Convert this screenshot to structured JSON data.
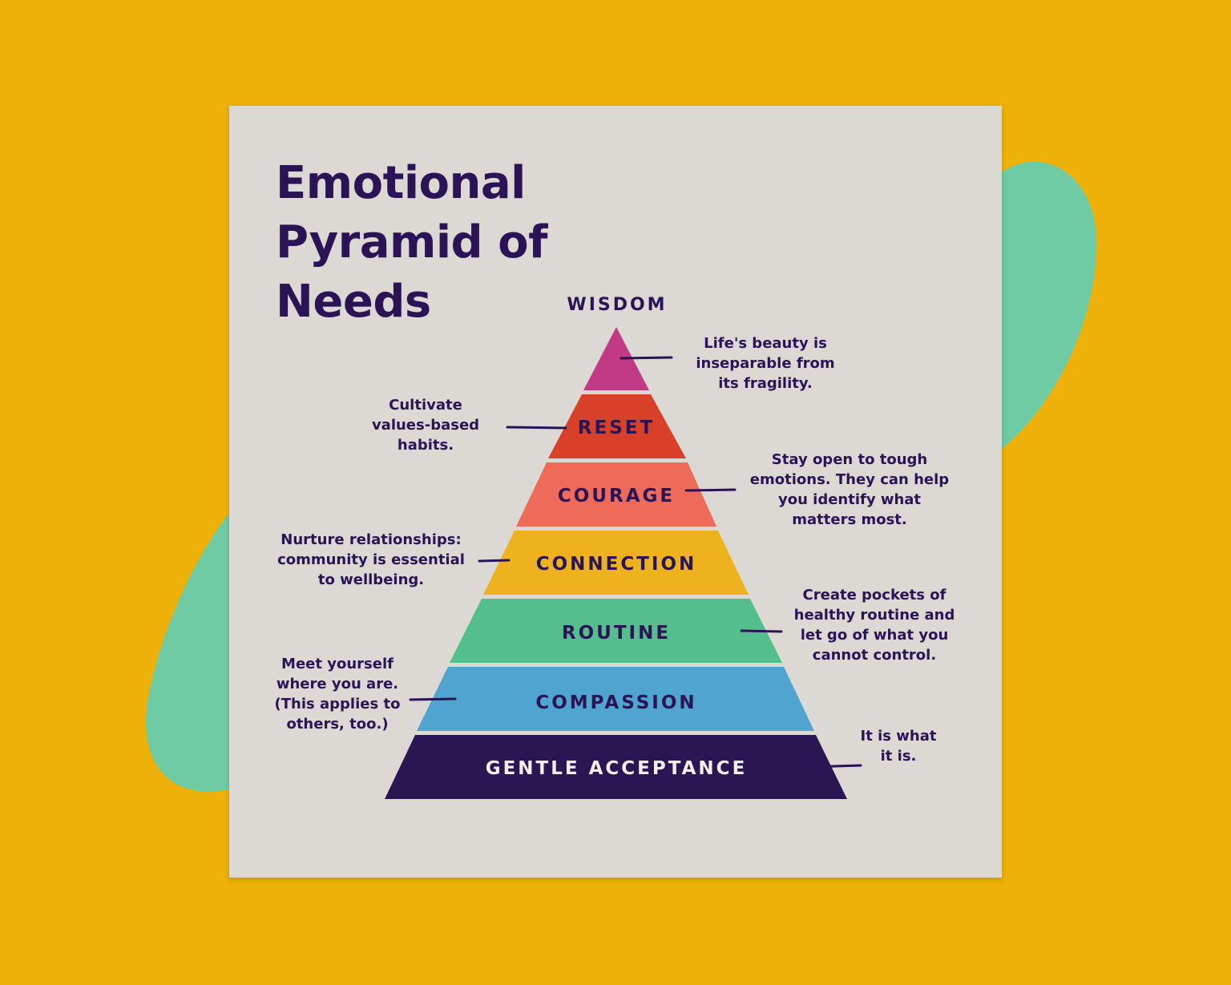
{
  "colors": {
    "background": "#EDB109",
    "card": "#DCD9D5",
    "blob": "#6ECBA3",
    "ink": "#2A1456"
  },
  "title": {
    "line1": "Emotional",
    "line2": "Pyramid of",
    "line3": "Needs"
  },
  "pyramid": {
    "apex_label": "WISDOM",
    "tiers": [
      {
        "name": "wisdom",
        "label": "",
        "color": "#C23A86"
      },
      {
        "name": "reset",
        "label": "RESET",
        "color": "#D9402A"
      },
      {
        "name": "courage",
        "label": "COURAGE",
        "color": "#EE6B5A"
      },
      {
        "name": "connection",
        "label": "CONNECTION",
        "color": "#EDB21E"
      },
      {
        "name": "routine",
        "label": "ROUTINE",
        "color": "#55BE8F"
      },
      {
        "name": "compassion",
        "label": "COMPASSION",
        "color": "#4FA5CF"
      },
      {
        "name": "gentle-acceptance",
        "label": "GENTLE ACCEPTANCE",
        "color": "#2A1652"
      }
    ]
  },
  "notes": {
    "wisdom": "Life's beauty is\ninseparable from\nits fragility.",
    "reset": "Cultivate\nvalues-based\nhabits.",
    "courage": "Stay open to tough\nemotions. They can help\nyou identify what\nmatters most.",
    "connection": "Nurture relationships:\ncommunity is essential\nto wellbeing.",
    "routine": "Create pockets of\nhealthy routine and\nlet go of what you\ncannot control.",
    "compassion": "Meet yourself\nwhere you are.\n(This applies to\nothers, too.)",
    "gentle_acceptance": "It is what\nit is."
  }
}
